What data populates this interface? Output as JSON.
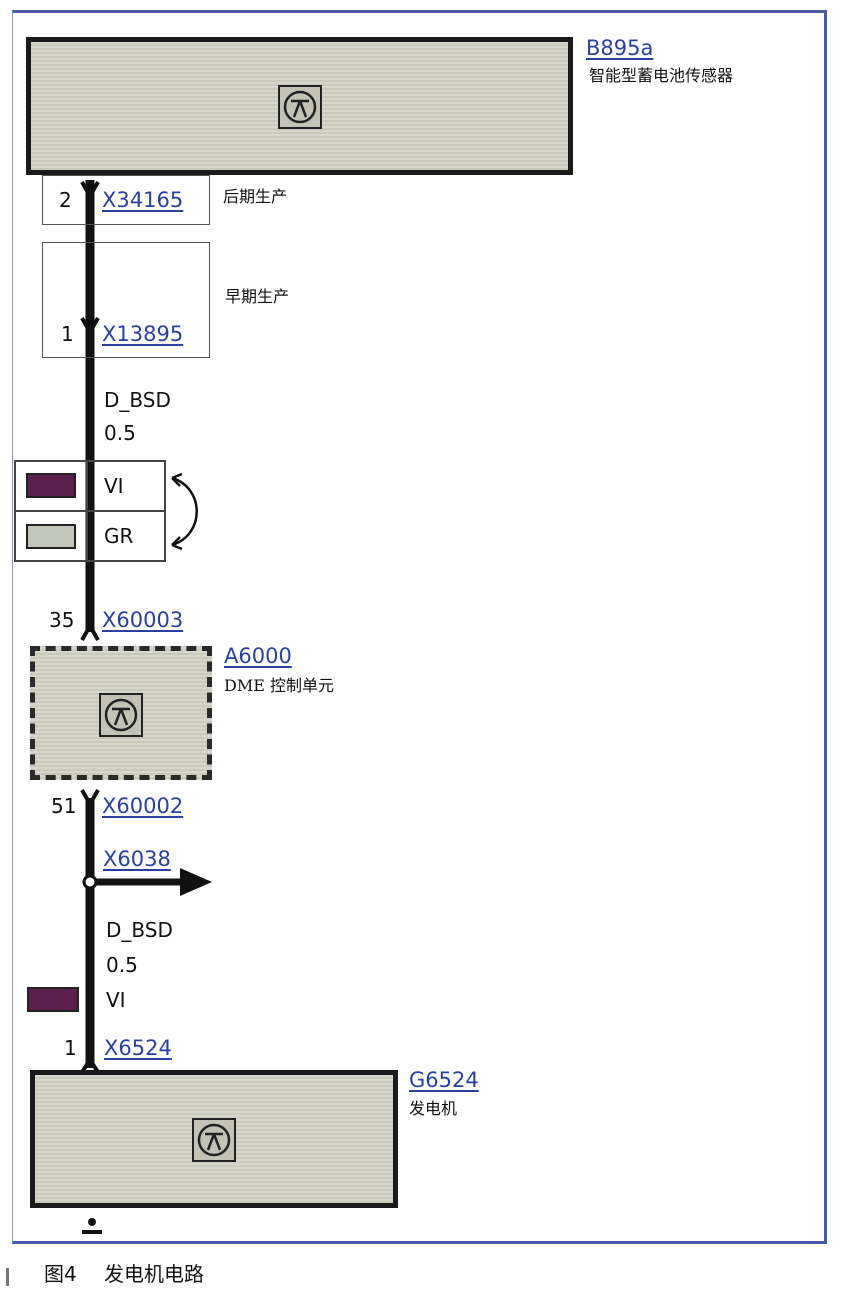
{
  "components": {
    "battery_sensor": {
      "id": "B895a",
      "name": "智能型蓄电池传感器"
    },
    "dme": {
      "id": "A6000",
      "name": "DME 控制单元"
    },
    "generator": {
      "id": "G6524",
      "name": "发电机"
    }
  },
  "connectors": {
    "late": {
      "pin": "2",
      "id": "X34165",
      "note": "后期生产"
    },
    "early": {
      "pin": "1",
      "id": "X13895",
      "note": "早期生产"
    },
    "dme_in": {
      "pin": "35",
      "id": "X60003"
    },
    "dme_out": {
      "pin": "51",
      "id": "X60002"
    },
    "splice": {
      "id": "X6038"
    },
    "gen": {
      "pin": "1",
      "id": "X6524"
    }
  },
  "wire_upper": {
    "signal": "D_BSD",
    "gauge": "0.5",
    "color1": "VI",
    "color2": "GR"
  },
  "wire_lower": {
    "signal": "D_BSD",
    "gauge": "0.5",
    "color": "VI"
  },
  "colors": {
    "violet": "#5a1f4c",
    "grey": "#c4c8bc",
    "frame": "#4a5aa6",
    "link": "#2b3fa0"
  },
  "caption": {
    "number": "图4",
    "title": "发电机电路"
  }
}
